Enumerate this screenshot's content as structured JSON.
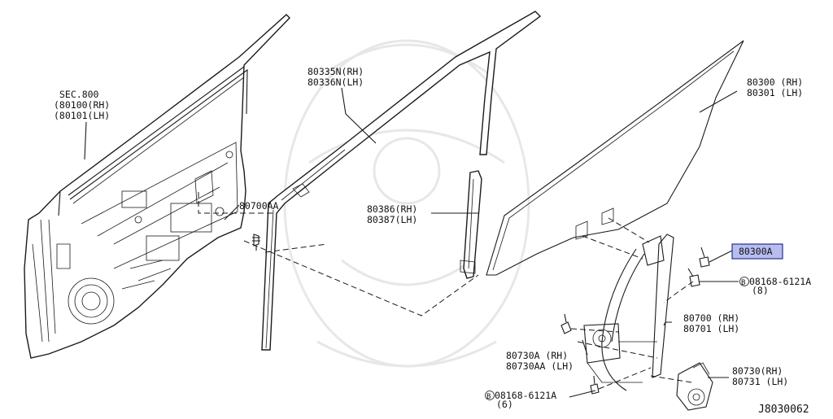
{
  "diagram_id": "J8030062",
  "callouts": {
    "door": {
      "lines": [
        "SEC.800",
        "(80100(RH)",
        "(80101(LH)"
      ]
    },
    "sash_rear": {
      "lines": [
        "80335N(RH)",
        "80336N(LH)"
      ]
    },
    "glass": {
      "lines": [
        "80300 (RH)",
        "80301 (LH)"
      ]
    },
    "clip": {
      "lines": [
        "80700AA"
      ]
    },
    "sash_front": {
      "lines": [
        "80386(RH)",
        "80387(LH)"
      ]
    },
    "glass_bolt": {
      "lines": [
        "80300A"
      ],
      "highlighted": true
    },
    "bolt_upper": {
      "symbol": "B",
      "lines": [
        "08168-6121A",
        "(8)"
      ]
    },
    "regulator": {
      "lines": [
        "80700 (RH)",
        "80701 (LH)"
      ]
    },
    "regulator_bolt": {
      "lines": [
        "80730A (RH)",
        "80730AA (LH)"
      ]
    },
    "motor": {
      "lines": [
        "80730(RH)",
        "80731 (LH)"
      ]
    },
    "bolt_lower": {
      "symbol": "B",
      "lines": [
        "08168-6121A",
        "(6)"
      ]
    }
  },
  "colors": {
    "line": "#1a1a1a",
    "highlight": "#b8bdf0",
    "highlight_border": "#2a2f8a",
    "background": "#ffffff"
  }
}
